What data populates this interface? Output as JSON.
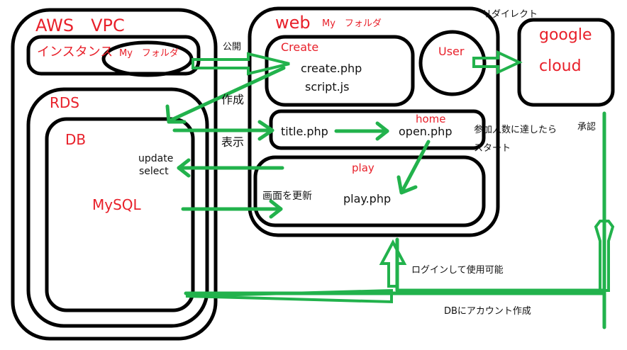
{
  "aws": {
    "title": "AWS　VPC",
    "instance": "インスタンス",
    "my_folder": "My　フォルダ",
    "rds": "RDS",
    "db": "DB",
    "update": "update",
    "select": "select",
    "mysql": "MySQL"
  },
  "web": {
    "title": "web",
    "my_folder": "My　フォルダ",
    "create": "Create",
    "create_php": "create.php",
    "script_js": "script.js",
    "user": "User",
    "home": "home",
    "title_php": "title.php",
    "open_php": "open.php",
    "play": "play",
    "play_php": "play.php"
  },
  "google": {
    "line1": "google",
    "line2": "cloud"
  },
  "notes": {
    "publish": "公開",
    "create": "作成",
    "display": "表示",
    "redirect": "リダイレクト",
    "start_line1": "参加人数に達したら",
    "start_line2": "スタート",
    "approve": "承認",
    "refresh": "画面を更新",
    "login": "ログインして使用可能",
    "db_account": "DBにアカウント作成"
  },
  "colors": {
    "label_red": "#e8202a",
    "arrow_green": "#22b24c",
    "outline": "#000000"
  }
}
